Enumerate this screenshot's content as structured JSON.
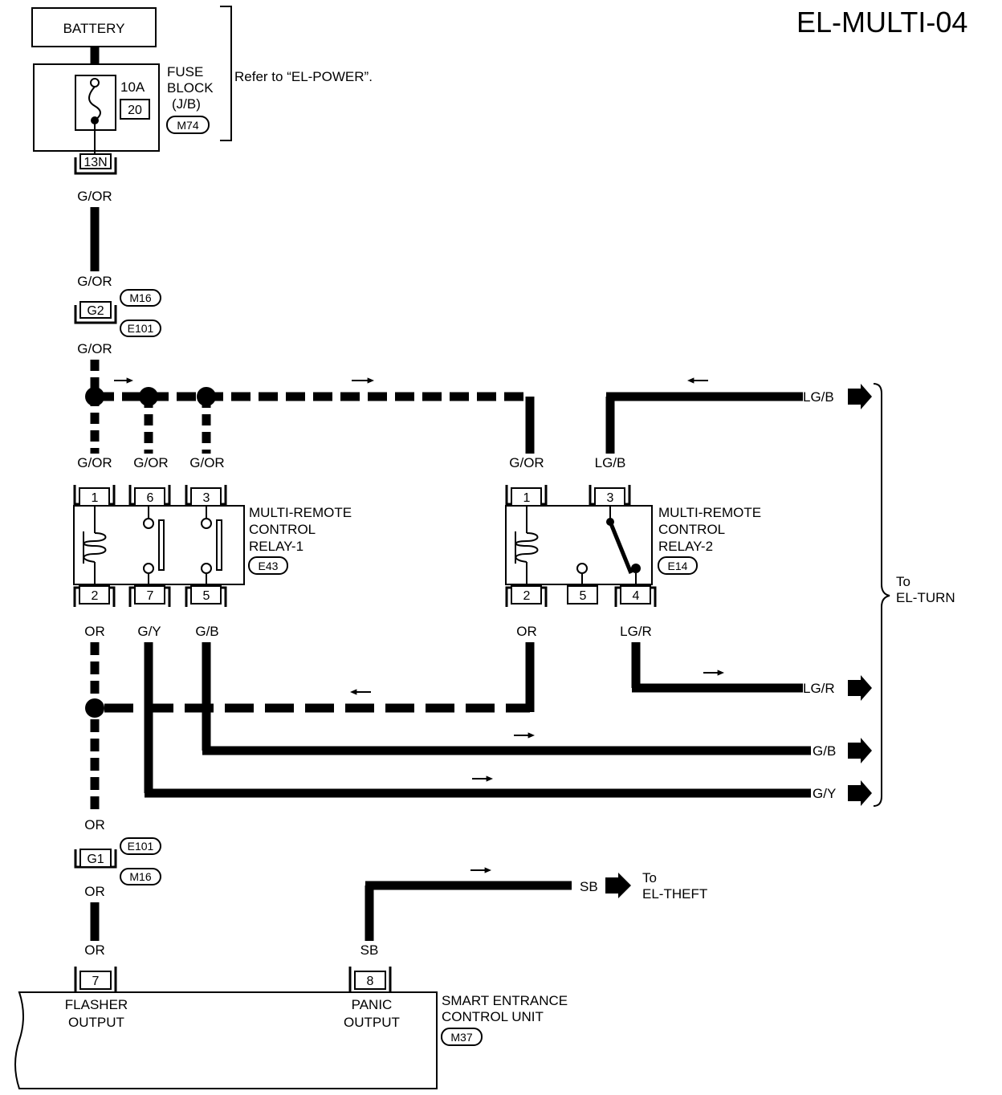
{
  "title": "EL-MULTI-04",
  "battery": "BATTERY",
  "fuse_block": {
    "line1": "FUSE",
    "line2": "BLOCK",
    "line3": "(J/B)",
    "connector": "M74",
    "rating": "10A",
    "number": "20",
    "pin": "13N"
  },
  "refer": "Refer to “EL-POWER”.",
  "wires": {
    "g_or": "G/OR",
    "or": "OR",
    "g_y": "G/Y",
    "g_b": "G/B",
    "lg_b": "LG/B",
    "lg_r": "LG/R",
    "sb": "SB"
  },
  "joint_top": {
    "pin": "G2",
    "conn_a": "M16",
    "conn_b": "E101"
  },
  "joint_bottom": {
    "pin": "G1",
    "conn_a": "E101",
    "conn_b": "M16"
  },
  "relay1": {
    "line1": "MULTI-REMOTE",
    "line2": "CONTROL",
    "line3": "RELAY-1",
    "connector": "E43",
    "pins": [
      "1",
      "6",
      "3",
      "2",
      "7",
      "5"
    ]
  },
  "relay2": {
    "line1": "MULTI-REMOTE",
    "line2": "CONTROL",
    "line3": "RELAY-2",
    "connector": "E14",
    "pins": [
      "1",
      "3",
      "2",
      "5",
      "4"
    ]
  },
  "to_turn": {
    "line1": "To",
    "line2": "EL-TURN"
  },
  "to_theft": {
    "line1": "To",
    "line2": "EL-THEFT"
  },
  "unit": {
    "line1": "SMART ENTRANCE",
    "line2": "CONTROL UNIT",
    "connector": "M37",
    "pin_flasher": "7",
    "pin_panic": "8",
    "flasher1": "FLASHER",
    "flasher2": "OUTPUT",
    "panic1": "PANIC",
    "panic2": "OUTPUT"
  }
}
